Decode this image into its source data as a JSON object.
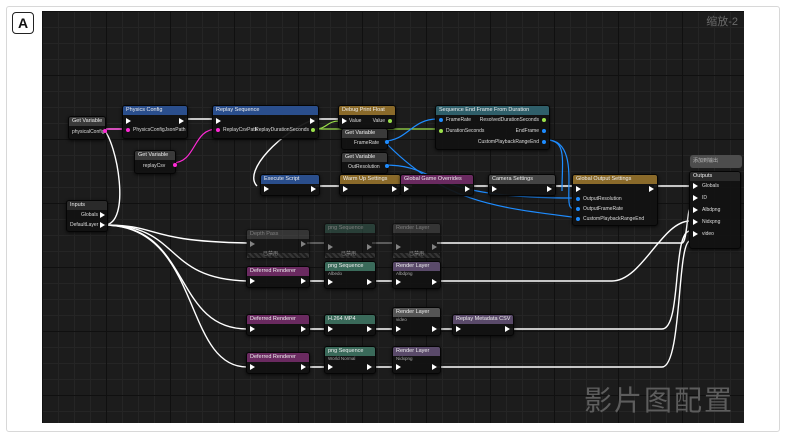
{
  "figure_label": "A",
  "zoom_text": "缩放-2",
  "watermark": "影片图配置",
  "colors": {
    "exec": "#ffffff",
    "object": "#1e8cff",
    "string": "#ff2ad6",
    "struct": "#9be04a",
    "blue_hdr": "#2a4e8c",
    "pink_hdr": "#6a2a60",
    "teal_hdr": "#3a6a5a",
    "gold_hdr": "#8a6a2a",
    "gray_hdr": "#555555"
  },
  "nodes": {
    "get_var_physical": {
      "title": "Get Variable",
      "pin": "physicalConfig"
    },
    "physics_config": {
      "title": "Physics Config",
      "pin": "PhysicsConfigJsonPath"
    },
    "get_var_replay": {
      "title": "Get Variable",
      "pin": "replayCsv"
    },
    "replay_sequence": {
      "title": "Replay Sequence",
      "pin_in": "ReplayCsvPath",
      "pin_out": "ReplayDurationSeconds"
    },
    "debug_print": {
      "title": "Debug Print Float",
      "pin": "Value",
      "pin_out": "Value"
    },
    "get_var_framerate": {
      "title": "Get Variable",
      "pin": "FrameRate"
    },
    "get_var_outres": {
      "title": "Get Variable",
      "pin": "OutResolution"
    },
    "seq_end_frame": {
      "title": "Sequence End Frame From Duration",
      "pins_in": [
        "FrameRate",
        "DurationSeconds"
      ],
      "pins_out": [
        "ResolvedDurationSeconds",
        "EndFrame",
        "CustomPlaybackRangeEnd"
      ]
    },
    "inputs": {
      "title": "Inputs",
      "pins": [
        "Globals",
        "DefaultLayer"
      ]
    },
    "execute_script": {
      "title": "Execute Script"
    },
    "warm_up": {
      "title": "Warm Up Settings"
    },
    "global_game_overrides": {
      "title": "Global Game Overrides"
    },
    "camera_settings": {
      "title": "Camera Settings"
    },
    "global_output_settings": {
      "title": "Global Output Settings",
      "pins": [
        "OutputResolution",
        "OutputFrameRate",
        "CustomPlaybackRangeEnd"
      ]
    },
    "outputs": {
      "title": "Outputs",
      "pins": [
        "Globals",
        "ID",
        "Albdpng",
        "Nidxpng",
        "video"
      ],
      "comment": "添加到输出"
    },
    "row1": {
      "node1": "Depth Pass",
      "node2": "png Sequence",
      "node3": "Render Layer",
      "tag": "已禁用"
    },
    "row2": {
      "node1": "Deferred Renderer",
      "node2": "png Sequence",
      "node2_sub": "Albedo",
      "node3": "Render Layer",
      "node3_sub": "Albdpng"
    },
    "row3": {
      "node1": "Deferred Renderer",
      "node2": "H.264 MP4",
      "node3": "Render Layer",
      "node3_sub": "video",
      "node4": "Replay Metadata CSV"
    },
    "row4": {
      "node1": "Deferred Renderer",
      "node2": "png Sequence",
      "node2_sub": "World Normal",
      "node3": "Render Layer",
      "node3_sub": "Nidxpng"
    }
  }
}
